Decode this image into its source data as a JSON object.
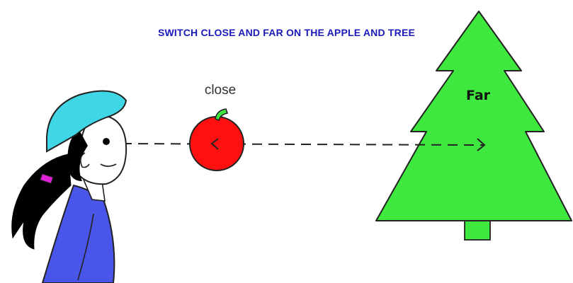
{
  "instruction": {
    "text": "SWITCH CLOSE AND FAR ON THE APPLE AND TREE"
  },
  "labels": {
    "close": "close",
    "far": "Far"
  },
  "colors": {
    "instruction": "#1a1ab8",
    "apple": "#ff1010",
    "tree": "#3ee83e",
    "cap": "#3fd6e6",
    "shirt": "#4a56ea",
    "hair_tie": "#e020d8"
  },
  "icons": {
    "apple": "apple-icon",
    "tree": "pine-tree-icon",
    "person": "girl-with-cap-icon"
  }
}
